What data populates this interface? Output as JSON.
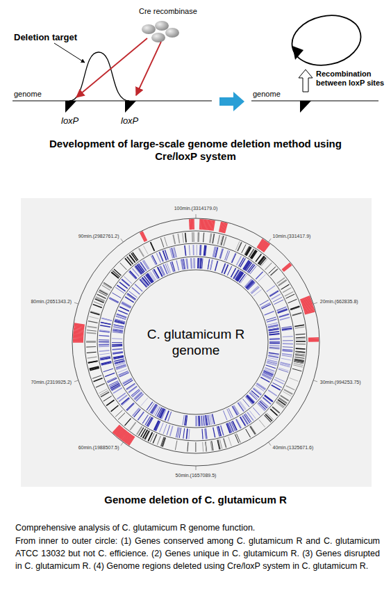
{
  "diagram": {
    "title": "Development of large-scale genome deletion method using Cre/loxP system",
    "caption": "Genome deletion of C. glutamicum R",
    "labels": [
      "Cre recombinase",
      "Deletion target",
      "genome",
      "loxP",
      "loxP",
      "genome",
      "Recombination between loxP sites",
      "C. glutamicum R genome",
      "100min.(3314179.0)",
      "10min.(331417.9)",
      "20min.(662835.8)",
      "30min.(994253.75)",
      "40min.(1325671.6)",
      "50min.(1657089.5)",
      "60min.(1988507.5)",
      "70min.(2319925.2)",
      "80min.(2651343.2)",
      "90min.(2982761.2)",
      "Comprehensive analysis of C. glutamicum R genome function.",
      "From inner to outer circle: (1) Genes conserved among C. glutamicum R and C. glutamicum ATCC 13032 but not C. efficience. (2) Genes unique in C. glutamicum R. (3) Genes disrupted in C. glutamicum R. (4) Genome regions deleted using Cre/loxP system in C. glutamicum R."
    ]
  }
}
